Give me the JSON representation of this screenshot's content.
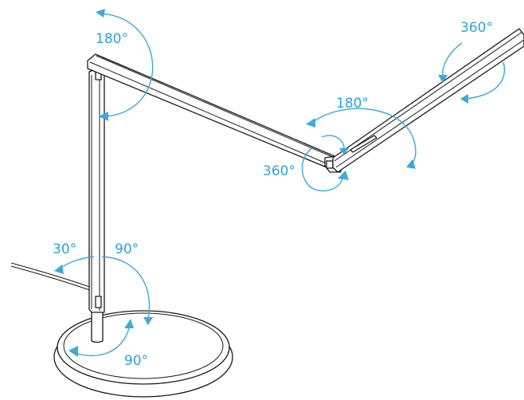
{
  "labels": {
    "top_pivot": "180°",
    "right_swivel": "360°",
    "elbow_rotate": "180°",
    "elbow_swivel": "360°",
    "base_tilt_back": "30°",
    "base_tilt_forward": "90°",
    "base_rotate": "90°"
  },
  "colors": {
    "annotation": "#2aa3d6",
    "outline": "#1a1a1a",
    "background": "#ffffff"
  }
}
